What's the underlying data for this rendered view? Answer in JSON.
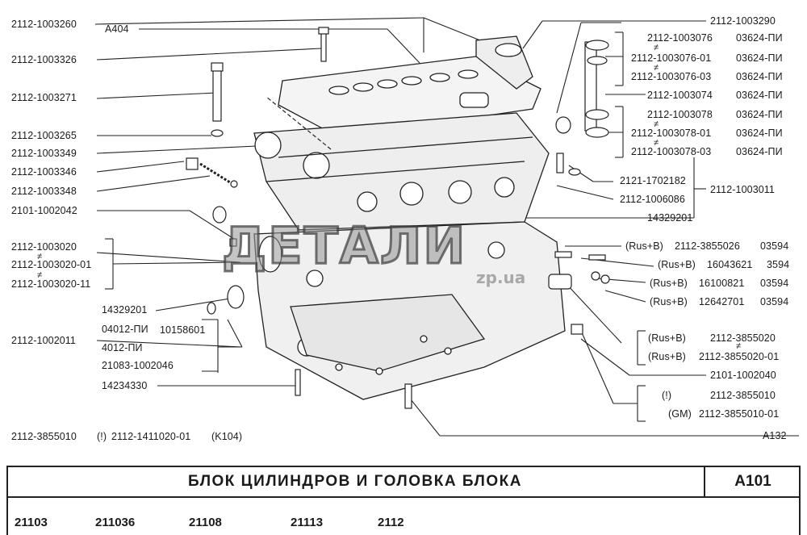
{
  "title": "БЛОК ЦИЛИНДРОВ И ГОЛОВКА БЛОКА",
  "section_code": "A101",
  "models": [
    "21103",
    "211036",
    "21108",
    "21113",
    "2112"
  ],
  "figure_ref": "A132",
  "watermark": {
    "main": "ДЕТАЛИ",
    "sub": "zp.ua"
  },
  "labels_left": {
    "l1": "2112-1003260",
    "a404": "A404",
    "l2": "2112-1003326",
    "l3": "2112-1003271",
    "l4": "2112-1003265",
    "l5": "2112-1003349",
    "l6": "2112-1003346",
    "l7": "2112-1003348",
    "l8": "2101-1002042",
    "l9": "2112-1003020",
    "l10": "2112-1003020-01",
    "l11": "2112-1003020-11",
    "l12": "14329201",
    "l13": "2112-1002011",
    "l14a": "04012-ПИ",
    "l14b": "10158601",
    "l15": "4012-ПИ",
    "l16": "21083-1002046",
    "l17": "14234330",
    "l18a": "2112-3855010",
    "l18b": "(!)",
    "l18c": "2112-1411020-01",
    "l18d": "(K104)"
  },
  "labels_right": {
    "r1": "2112-1003290",
    "r2a": "2112-1003076",
    "r2b": "03624-ПИ",
    "r3a": "2112-1003076-01",
    "r3b": "03624-ПИ",
    "r4a": "2112-1003076-03",
    "r4b": "03624-ПИ",
    "r5a": "2112-1003074",
    "r5b": "03624-ПИ",
    "r6a": "2112-1003078",
    "r6b": "03624-ПИ",
    "r7a": "2112-1003078-01",
    "r7b": "03624-ПИ",
    "r8a": "2112-1003078-03",
    "r8b": "03624-ПИ",
    "r9": "2121-1702182",
    "r10": "2112-1003011",
    "r11": "2112-1006086",
    "r12": "14329201",
    "r13a": "(Rus+B)",
    "r13b": "2112-3855026",
    "r13c": "03594",
    "r14a": "(Rus+B)",
    "r14b": "16043621",
    "r14c": "3594",
    "r15a": "(Rus+B)",
    "r15b": "16100821",
    "r15c": "03594",
    "r16a": "(Rus+B)",
    "r16b": "12642701",
    "r16c": "03594",
    "r17a": "(Rus+B)",
    "r17b": "2112-3855020",
    "r18a": "(Rus+B)",
    "r18b": "2112-3855020-01",
    "r19": "2101-1002040",
    "r20a": "(!)",
    "r20b": "2112-3855010",
    "r21a": "(GM)",
    "r21b": "2112-3855010-01"
  },
  "neq_symbol": "≠"
}
